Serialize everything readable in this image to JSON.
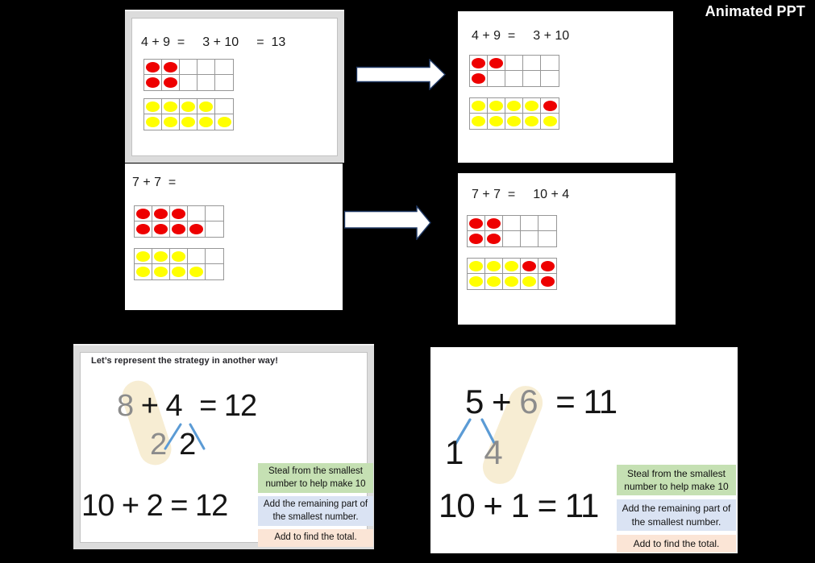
{
  "badge": {
    "label": "Animated PPT"
  },
  "colors": {
    "background": "#000000",
    "dot_red": "#ee0000",
    "dot_yellow": "#ffff00",
    "grid_line": "#979797",
    "bond_line": "#5b9bd5",
    "highlight_blob": "#f7edd3",
    "grey_digit": "#8c8c8c",
    "step_green": "#c5e0b3",
    "step_blue": "#dae3f3",
    "step_peach": "#fbe5d6",
    "arrow_outline": "#1f3864"
  },
  "slides": {
    "top_left": {
      "eq": [
        "4 + 9  =",
        "3 + 10",
        "=  13"
      ],
      "frame_top": [
        "red",
        "red",
        "",
        "",
        "",
        "red",
        "red",
        "",
        "",
        ""
      ],
      "frame_bottom": [
        "yellow",
        "yellow",
        "yellow",
        "yellow",
        "",
        "yellow",
        "yellow",
        "yellow",
        "yellow",
        "yellow"
      ]
    },
    "top_right": {
      "eq": [
        "4 + 9  =",
        "3 + 10"
      ],
      "frame_top": [
        "red",
        "red",
        "",
        "",
        "",
        "red",
        "",
        "",
        "",
        ""
      ],
      "frame_bottom": [
        "yellow",
        "yellow",
        "yellow",
        "yellow",
        "red",
        "yellow",
        "yellow",
        "yellow",
        "yellow",
        "yellow"
      ]
    },
    "mid_left": {
      "eq": [
        "7 + 7  ="
      ],
      "frame_top": [
        "red",
        "red",
        "red",
        "",
        "",
        "red",
        "red",
        "red",
        "red",
        ""
      ],
      "frame_bottom": [
        "yellow",
        "yellow",
        "yellow",
        "",
        "",
        "yellow",
        "yellow",
        "yellow",
        "yellow",
        ""
      ]
    },
    "mid_right": {
      "eq": [
        "7 + 7  =",
        "10 + 4"
      ],
      "frame_top": [
        "red",
        "red",
        "",
        "",
        "",
        "red",
        "red",
        "",
        "",
        ""
      ],
      "frame_bottom": [
        "yellow",
        "yellow",
        "yellow",
        "red",
        "red",
        "yellow",
        "yellow",
        "yellow",
        "yellow",
        "red"
      ]
    }
  },
  "strategy_left": {
    "title": "Let’s represent the strategy in another way!",
    "num_a": "8",
    "op": "+",
    "num_b": "4",
    "result": "= 12",
    "split_left": "2",
    "split_right": "2",
    "sum_line": "10 + 2 = 12",
    "steps": [
      "Steal from the smallest number to help make 10",
      "Add the remaining part of the smallest number.",
      "Add to find the total."
    ]
  },
  "strategy_right": {
    "num_a": "5",
    "op": "+",
    "num_b": "6",
    "result": "= 11",
    "split_left": "1",
    "split_right": "4",
    "sum_line": "10 + 1 = 11",
    "steps": [
      "Steal from the smallest number to help make 10",
      "Add the remaining part of the smallest number.",
      "Add to find the total."
    ]
  }
}
